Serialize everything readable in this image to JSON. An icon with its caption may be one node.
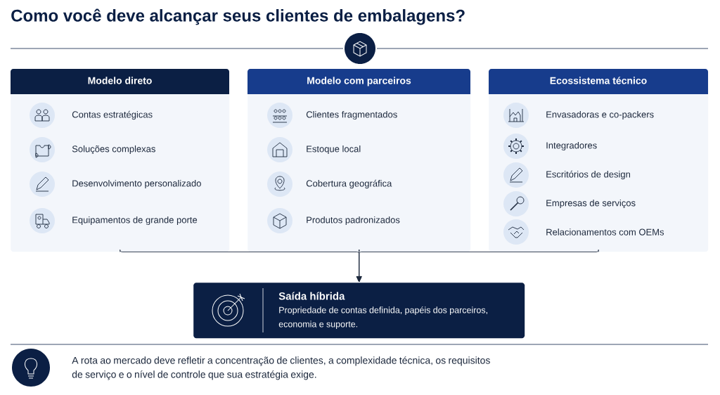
{
  "diagram": {
    "title": "Como você deve alcançar seus clientes de embalagens?",
    "nodes": [
      {
        "text": [
          "Modelo direto",
          "Contas estratégicas",
          "Soluções complexas",
          "Desenvolvimento personalizado",
          "Equipamentos de grande porte"
        ]
      },
      {
        "text": [
          "Modelo com parceiros",
          "Clientes fragmentados",
          "Estoque local",
          "Cobertura geográfica",
          "Produtos padronizados"
        ]
      },
      {
        "text": [
          "Ecossistema técnico",
          "Envasadoras e co-packers",
          "Integradores",
          "Escritórios de design",
          "Empresas de serviços",
          "Relacionamentos com OEMs"
        ]
      },
      {
        "text": [
          "Saída híbrida",
          "Propriedade de contas definida, papéis dos parceiros, economia e suporte."
        ]
      }
    ],
    "edges": [
      {
        "from": 0,
        "to": 3,
        "arrow": "to"
      },
      {
        "from": 1,
        "to": 3,
        "arrow": "to"
      },
      {
        "from": 2,
        "to": 3,
        "arrow": "to"
      }
    ],
    "labels": [
      "A rota ao mercado deve refletir a concentração de clientes, a complexidade técnica, os requisitos de serviço e o nível de controle que sua estratégia exige."
    ]
  }
}
